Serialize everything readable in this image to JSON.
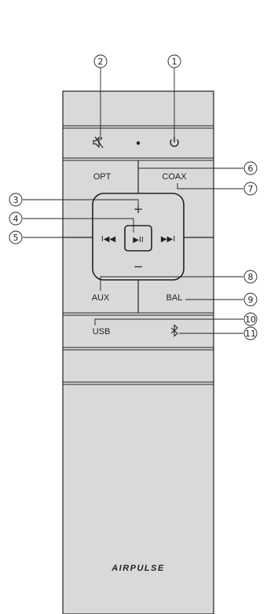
{
  "callouts": [
    "1",
    "2",
    "3",
    "4",
    "5",
    "6",
    "7",
    "8",
    "9",
    "10",
    "11"
  ],
  "buttons": {
    "opt": "OPT",
    "coax": "COAX",
    "aux": "AUX",
    "bal": "BAL",
    "usb": "USB",
    "vol_up": "+",
    "vol_down": "−",
    "play_pause": "▶II",
    "prev": "I◀◀",
    "next": "▶▶I",
    "bluetooth": "ᛒ",
    "mute": "mute-icon",
    "power": "power-icon"
  },
  "brand": "AIRPULSE",
  "colors": {
    "body": "#d9d9d9",
    "outline": "#222222",
    "background": "#ffffff"
  }
}
